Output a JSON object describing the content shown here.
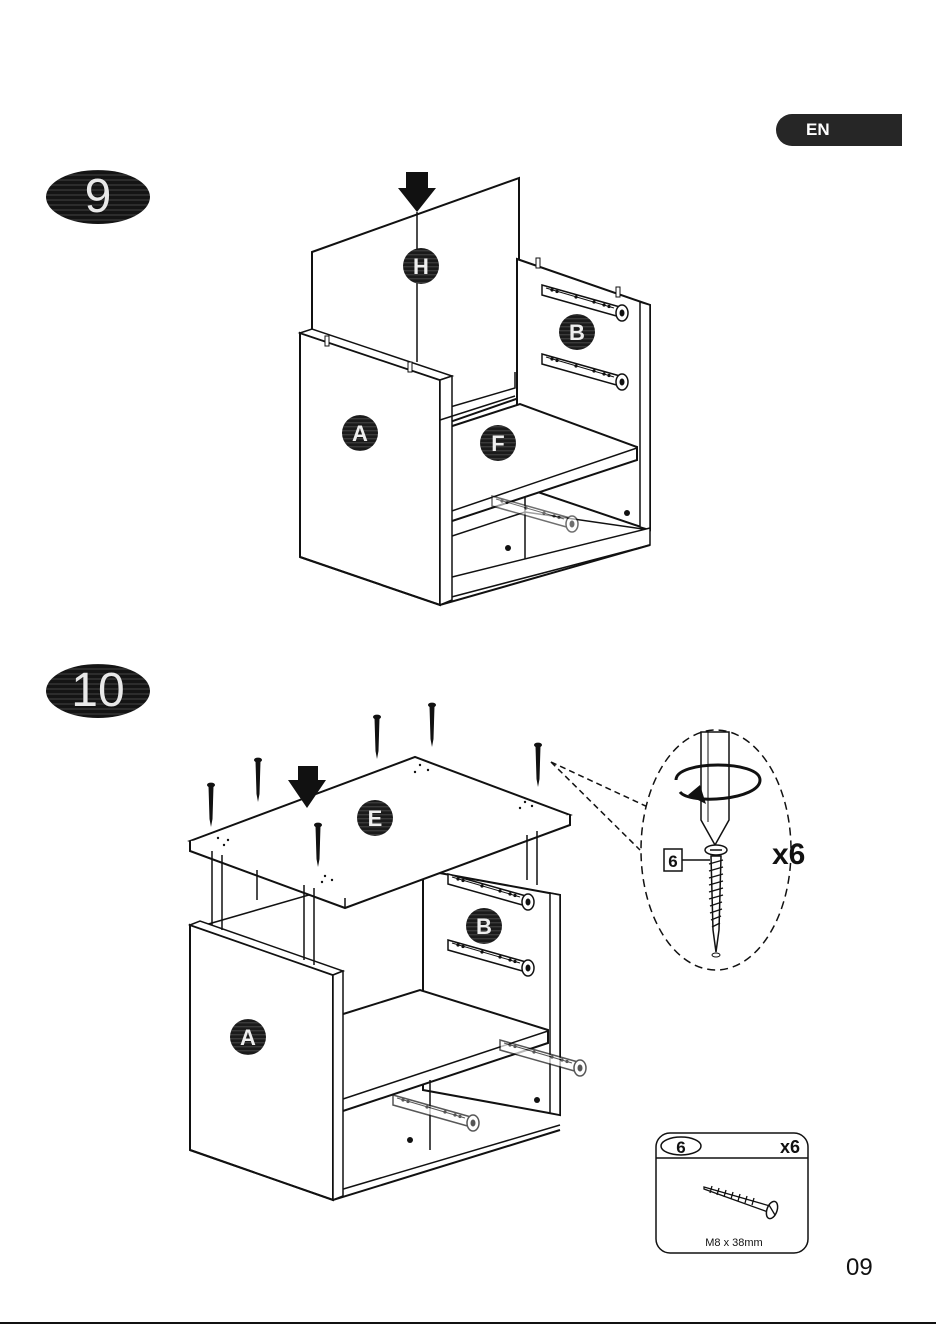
{
  "language_badge": "EN",
  "steps": [
    {
      "number": "9",
      "parts": [
        "H",
        "B",
        "A",
        "F"
      ]
    },
    {
      "number": "10",
      "parts": [
        "E",
        "B",
        "A"
      ]
    }
  ],
  "detail": {
    "part_number": "6",
    "quantity": "x6"
  },
  "hardware": {
    "part_number": "6",
    "quantity": "x6",
    "spec": "M8 x 38mm"
  },
  "page_number": "09"
}
